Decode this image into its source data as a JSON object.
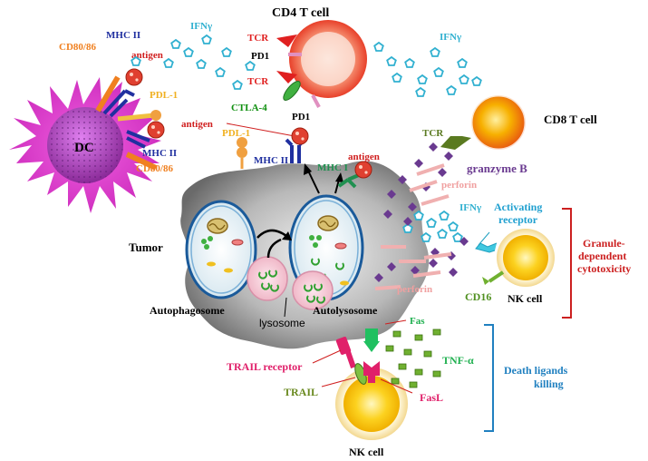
{
  "colors": {
    "dc_body": "#e040c8",
    "dc_nucleus": "#a030a8",
    "tumor": "#8c8c8c",
    "cd4_cell": "#f06a4a",
    "cd8_cell": "#f58a10",
    "nk_cell": "#f5c020",
    "ifn": "#30b0d0",
    "granzyme": "#6a3a90",
    "perforin": "#f0b0b0",
    "tnf": "#70b030",
    "bracket_red": "#cc2020",
    "bracket_blue": "#2080c0"
  },
  "labels": {
    "cd4_title": "CD4 T cell",
    "cd8_title": "CD8 T cell",
    "dc": "DC",
    "mhc2_top": "MHC II",
    "cd80_top": "CD80/86",
    "antigen_dc": "antigen",
    "pdl1_dc": "PDL-1",
    "antigen_mid": "antigen",
    "mhc2_dc_bottom": "MHC II",
    "cd80_bottom": "CD80/86",
    "ifn_1": "IFNγ",
    "ifn_2": "IFNγ",
    "ifn_3": "IFNγ",
    "tcr_1": "TCR",
    "pd1_1": "PD1",
    "tcr_2": "TCR",
    "ctla4": "CTLA-4",
    "pd1_2": "PD1",
    "tcr_cd8": "TCR",
    "granzyme": "granzyme B",
    "perforin_1": "perforin",
    "perforin_2": "perforin",
    "pdl1_tumor": "PDL-1",
    "mhc2_tumor": "MHC II",
    "mhc1": "MHC I",
    "antigen_tumor": "antigen",
    "tumor": "Tumor",
    "autophagosome": "Autophagosome",
    "lysosome": "lysosome",
    "autolysosome": "Autolysosome",
    "activating_1": "Activating",
    "activating_2": "receptor",
    "cd16": "CD16",
    "nk_cell_right": "NK cell",
    "granule_1": "Granule-",
    "granule_2": "dependent",
    "granule_3": "cytotoxicity",
    "fas": "Fas",
    "tnf": "TNF-α",
    "trail_receptor": "TRAIL receptor",
    "trail": "TRAIL",
    "fasl": "FasL",
    "death_1": "Death ligands",
    "death_2": "killing",
    "nk_cell_bottom": "NK cell"
  }
}
